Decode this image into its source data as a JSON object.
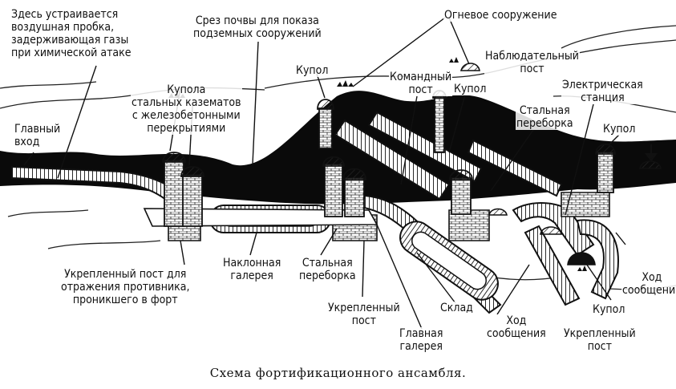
{
  "labels": {
    "air_lock": "Здесь устраивается\nвоздушная пробка,\nзадерживающая газы\nпри химической атаке",
    "soil_cut": "Срез почвы для показа\nподземных сооружений",
    "fire_structure": "Огневое сооружение",
    "observation_post": "Наблюдательный\nпост",
    "dome_top": "Купол",
    "casemate_domes": "Купола\nстальных казематов\nс железобетонными\nперекрытиями",
    "command_post": "Командный\nпост",
    "dome_command": "Купол",
    "power_station": "Электрическая\nстанция",
    "steel_bulkhead_top": "Стальная\nпереборка",
    "main_entrance": "Главный\nвход",
    "dome_right": "Купол",
    "fortified_post_left": "Укрепленный пост для\nотражения противника,\nпроникшего в форт",
    "inclined_gallery": "Наклонная\nгалерея",
    "steel_bulkhead_bottom": "Стальная\nпереборка",
    "fortified_post_center": "Укрепленный\nпост",
    "warehouse": "Склад",
    "main_gallery": "Главная\nгалерея",
    "passage_center": "Ход\nсообщения",
    "dome_bottom": "Купол",
    "fortified_post_right": "Укрепленный\nпост",
    "passage_right": "Ход\nсообщения"
  },
  "caption": "Схема фортификационного ансамбля."
}
